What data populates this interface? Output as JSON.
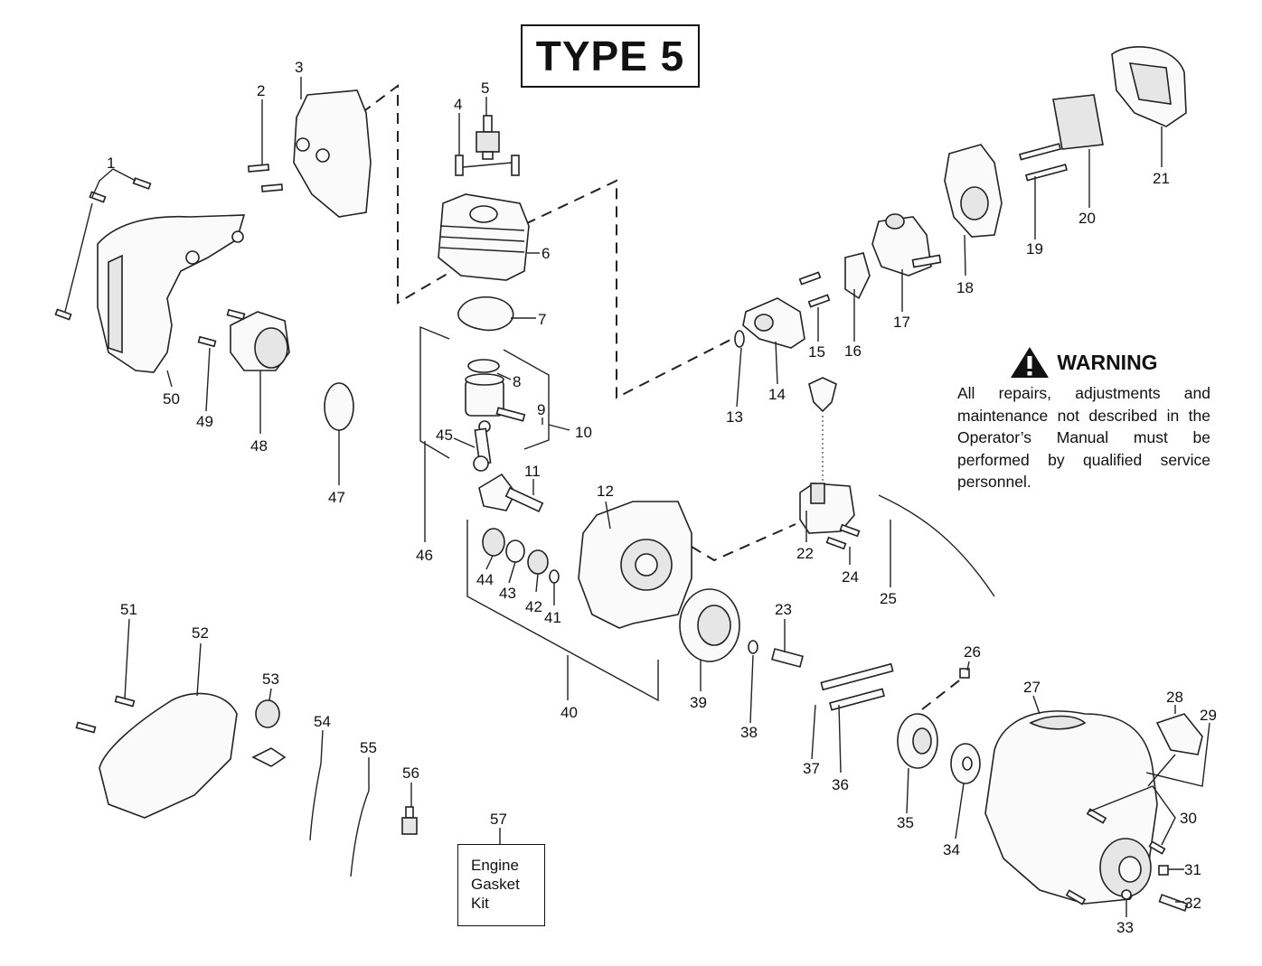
{
  "title": "TYPE 5",
  "warning": {
    "heading": "WARNING",
    "body": "All repairs, adjustments and maintenance not described in the Operator’s Manual must be performed by qualified service personnel."
  },
  "kit": {
    "line1": "Engine",
    "line2": "Gasket",
    "line3": "Kit"
  },
  "callouts": [
    "1",
    "2",
    "3",
    "4",
    "5",
    "6",
    "7",
    "8",
    "9",
    "10",
    "11",
    "12",
    "13",
    "14",
    "15",
    "16",
    "17",
    "18",
    "19",
    "20",
    "21",
    "22",
    "23",
    "24",
    "25",
    "26",
    "27",
    "28",
    "29",
    "30",
    "31",
    "32",
    "33",
    "34",
    "35",
    "36",
    "37",
    "38",
    "39",
    "40",
    "41",
    "42",
    "43",
    "44",
    "45",
    "46",
    "47",
    "48",
    "49",
    "50",
    "51",
    "52",
    "53",
    "54",
    "55",
    "56",
    "57"
  ],
  "icons": {
    "warning": "warning-triangle-icon"
  }
}
